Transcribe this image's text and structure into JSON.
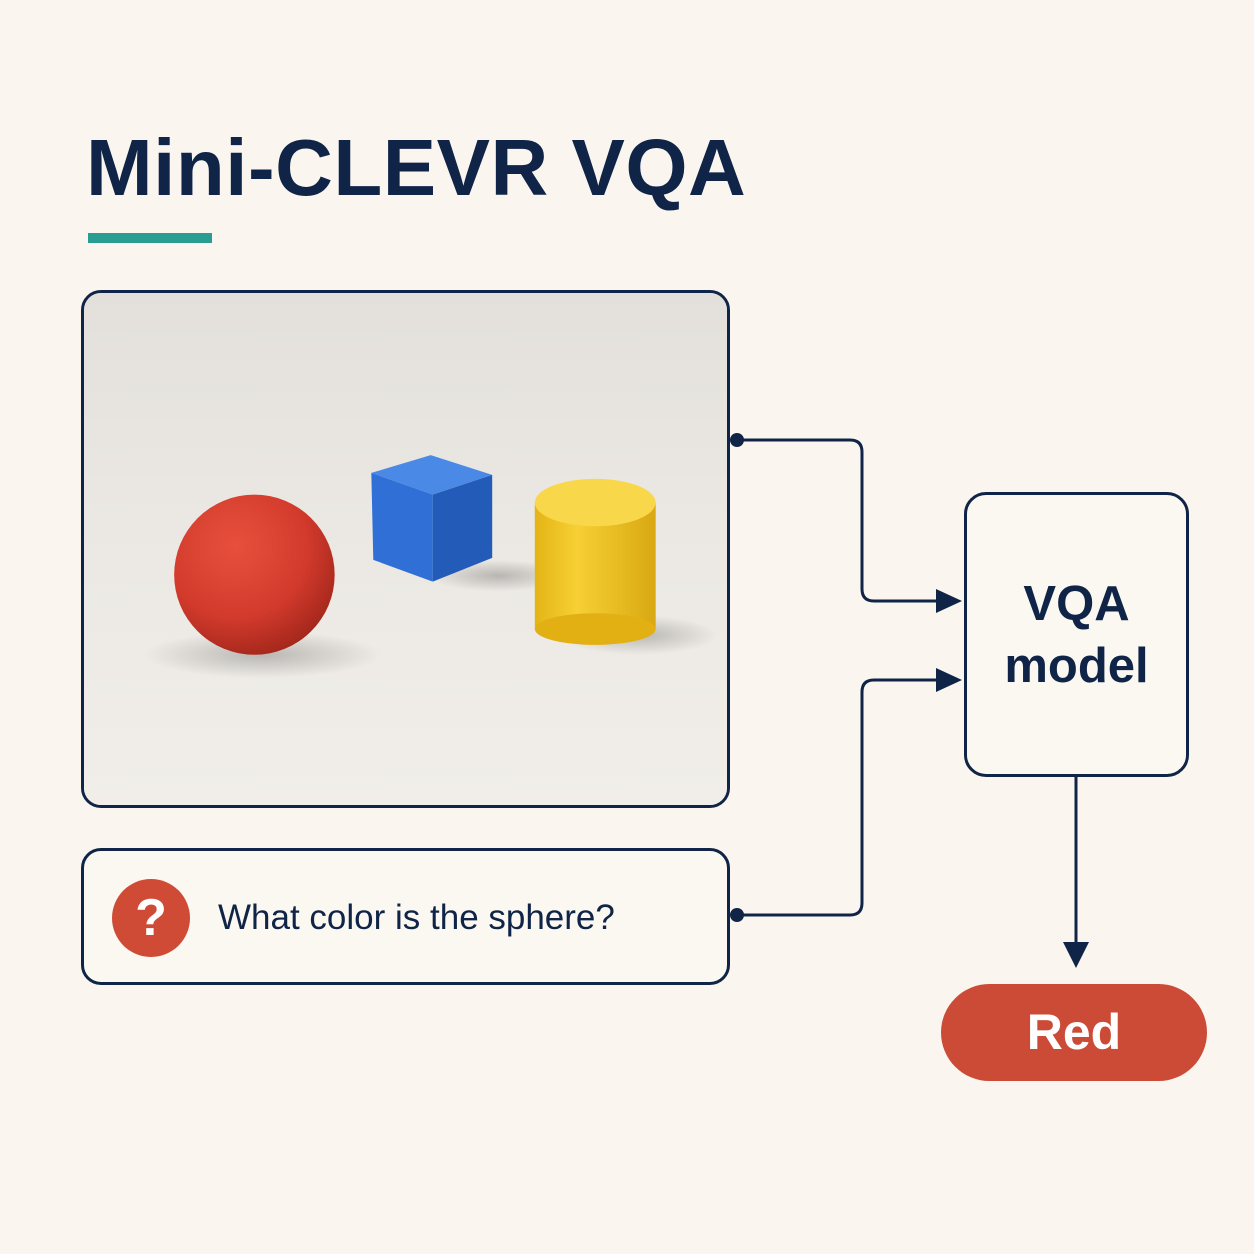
{
  "title": "Mini-CLEVR VQA",
  "scene": {
    "objects": [
      {
        "shape": "sphere",
        "color": "#d23a2c"
      },
      {
        "shape": "cube",
        "color": "#2f6fd6"
      },
      {
        "shape": "cylinder",
        "color": "#f2c724"
      }
    ]
  },
  "question": {
    "icon": "question-mark-icon",
    "icon_glyph": "?",
    "text": "What color is the sphere?"
  },
  "model": {
    "line1": "VQA",
    "line2": "model"
  },
  "answer": {
    "text": "Red",
    "color": "#cb4b37"
  },
  "colors": {
    "ink": "#0f2447",
    "accent": "#2a9d93",
    "answer": "#cb4b37",
    "background": "#faf6ef"
  }
}
